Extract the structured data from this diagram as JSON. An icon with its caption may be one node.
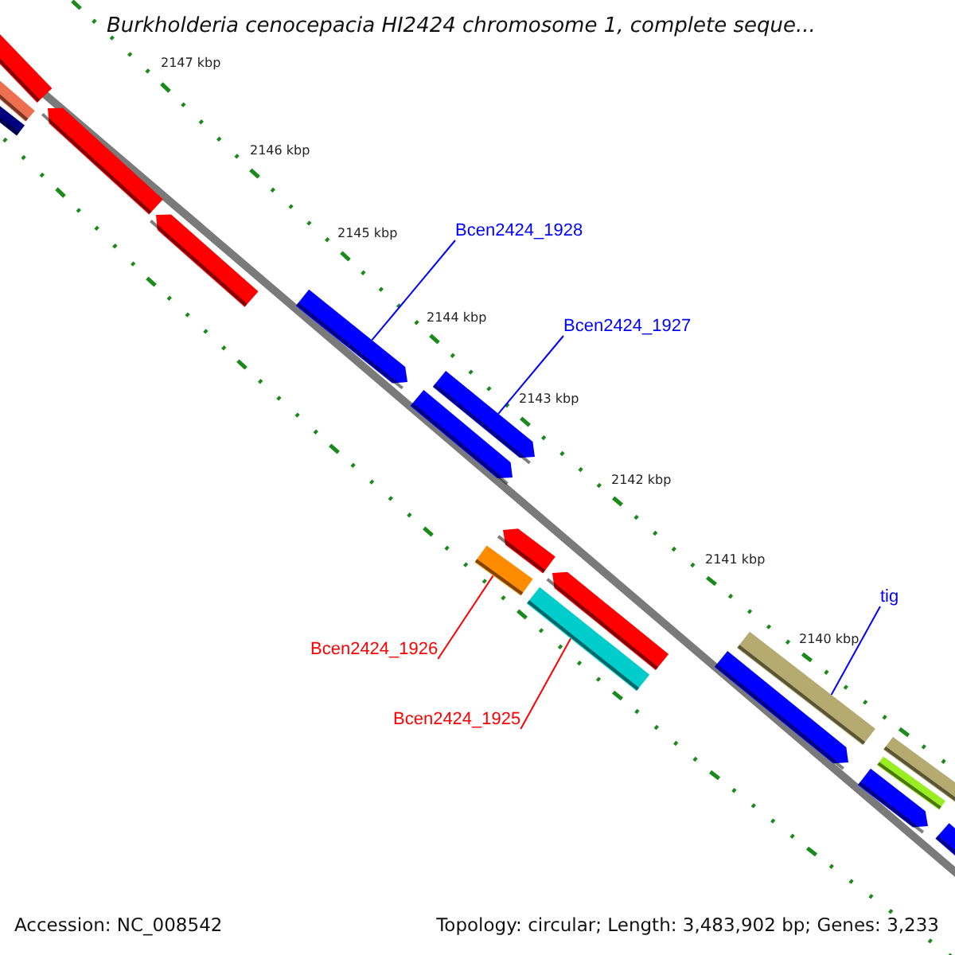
{
  "diagram": {
    "title": "Burkholderia cenocepacia HI2424 chromosome 1, complete seque...",
    "nodes": [
      {
        "text": [
          "Bcen2424_1928"
        ]
      },
      {
        "text": [],
        "shape": "arrow"
      },
      {
        "text": [
          "Bcen2424_1927"
        ]
      },
      {
        "text": [],
        "shape": "arrow"
      },
      {
        "text": [
          "Bcen2424_1926"
        ]
      },
      {
        "text": [],
        "shape": "bar"
      },
      {
        "text": [
          "Bcen2424_1925"
        ]
      },
      {
        "text": [],
        "shape": "bar"
      },
      {
        "text": [
          "tig"
        ]
      },
      {
        "text": [],
        "shape": "bar"
      }
    ],
    "edges": [
      {
        "from": 0,
        "to": 1,
        "arrow": "none"
      },
      {
        "from": 2,
        "to": 3,
        "arrow": "none"
      },
      {
        "from": 4,
        "to": 5,
        "arrow": "none",
        "color": "#ff0000"
      },
      {
        "from": 6,
        "to": 7,
        "arrow": "none",
        "color": "#ff0000"
      },
      {
        "from": 8,
        "to": 9,
        "arrow": "none"
      }
    ],
    "labels": [
      "2147 kbp",
      "2146 kbp",
      "2145 kbp",
      "2144 kbp",
      "2143 kbp",
      "2142 kbp",
      "2141 kbp",
      "2140 kbp",
      "Accession: NC_008542",
      "Topology: circular; Length: 3,483,902 bp; Genes: 3,233"
    ]
  }
}
